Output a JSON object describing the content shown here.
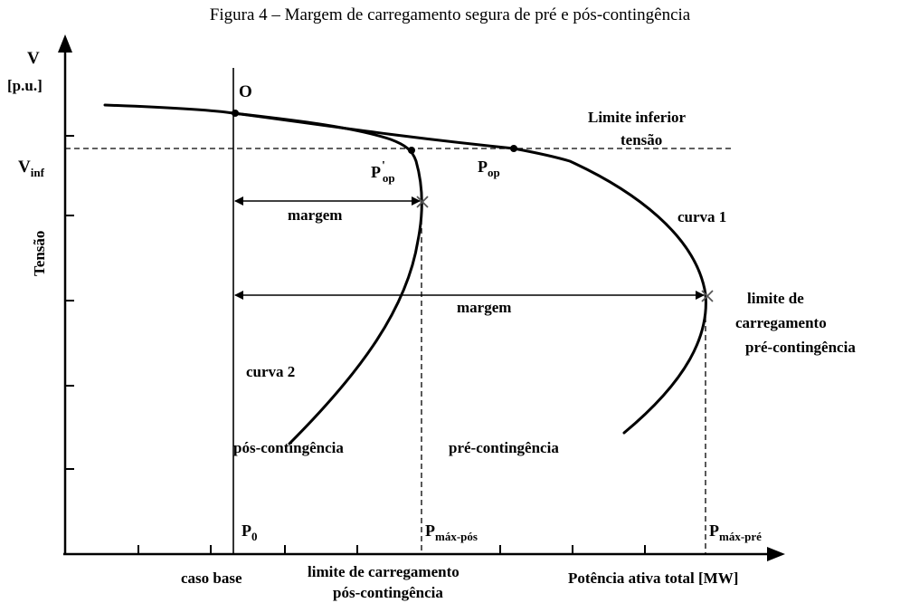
{
  "caption": "Figura 4 – Margem de carregamento segura de pré e pós-contingência",
  "axis": {
    "y_label_line1": "V",
    "y_label_line2": "[p.u.]",
    "y_title": "Tensão",
    "v_inf": "V",
    "v_inf_sub": "inf",
    "x_title": "Potência ativa total [MW]"
  },
  "labels": {
    "origin_point": "O",
    "limite_inferior_line1": "Limite inferior",
    "limite_inferior_line2": "tensão",
    "p_op_prime": "P",
    "p_op_prime_sup": "'",
    "p_op_prime_sub": "op",
    "p_op": "P",
    "p_op_sub": "op",
    "margem_pos": "margem",
    "margem_pre": "margem",
    "curva1": "curva 1",
    "curva2": "curva 2",
    "limite_pre_line1": "limite de",
    "limite_pre_line2": "carregamento",
    "limite_pre_line3": "pré-contingência",
    "pos_contingencia": "pós-contingência",
    "pre_contingencia": "pré-contingência",
    "p0": "P",
    "p0_sub": "0",
    "pmax_pos": "P",
    "pmax_pos_sub": "máx-pós",
    "pmax_pre": "P",
    "pmax_pre_sub": "máx-pré",
    "caso_base": "caso base",
    "limite_pos_line1": "limite de carregamento",
    "limite_pos_line2": "pós-contingência"
  }
}
